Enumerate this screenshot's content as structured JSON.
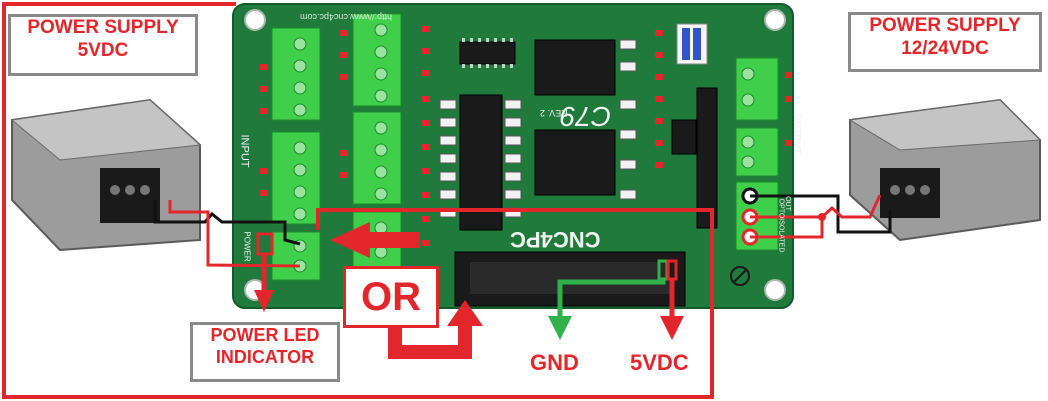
{
  "labels": {
    "psu_left": [
      "POWER SUPPLY",
      "5VDC"
    ],
    "psu_right": [
      "POWER SUPPLY",
      "12/24VDC"
    ],
    "power_led": [
      "POWER LED",
      "INDICATOR"
    ],
    "or": "OR",
    "gnd": "GND",
    "five_vdc": "5VDC"
  },
  "board": {
    "url": "http://www.cnc4pc.com",
    "model": "C79",
    "rev": "REV. 2",
    "brand": "CNC4PC",
    "input": "INPUT",
    "output": "OUTPUT",
    "power": "POWER",
    "optoiso": "OPTOISOLATED",
    "out": "OUT"
  },
  "colors": {
    "accent_red": "#e3262b",
    "board_green": "#1f7a3c",
    "terminal_green": "#3fcf4a",
    "gnd_green": "#2fb24a",
    "label_border": "#8a8a8a"
  }
}
